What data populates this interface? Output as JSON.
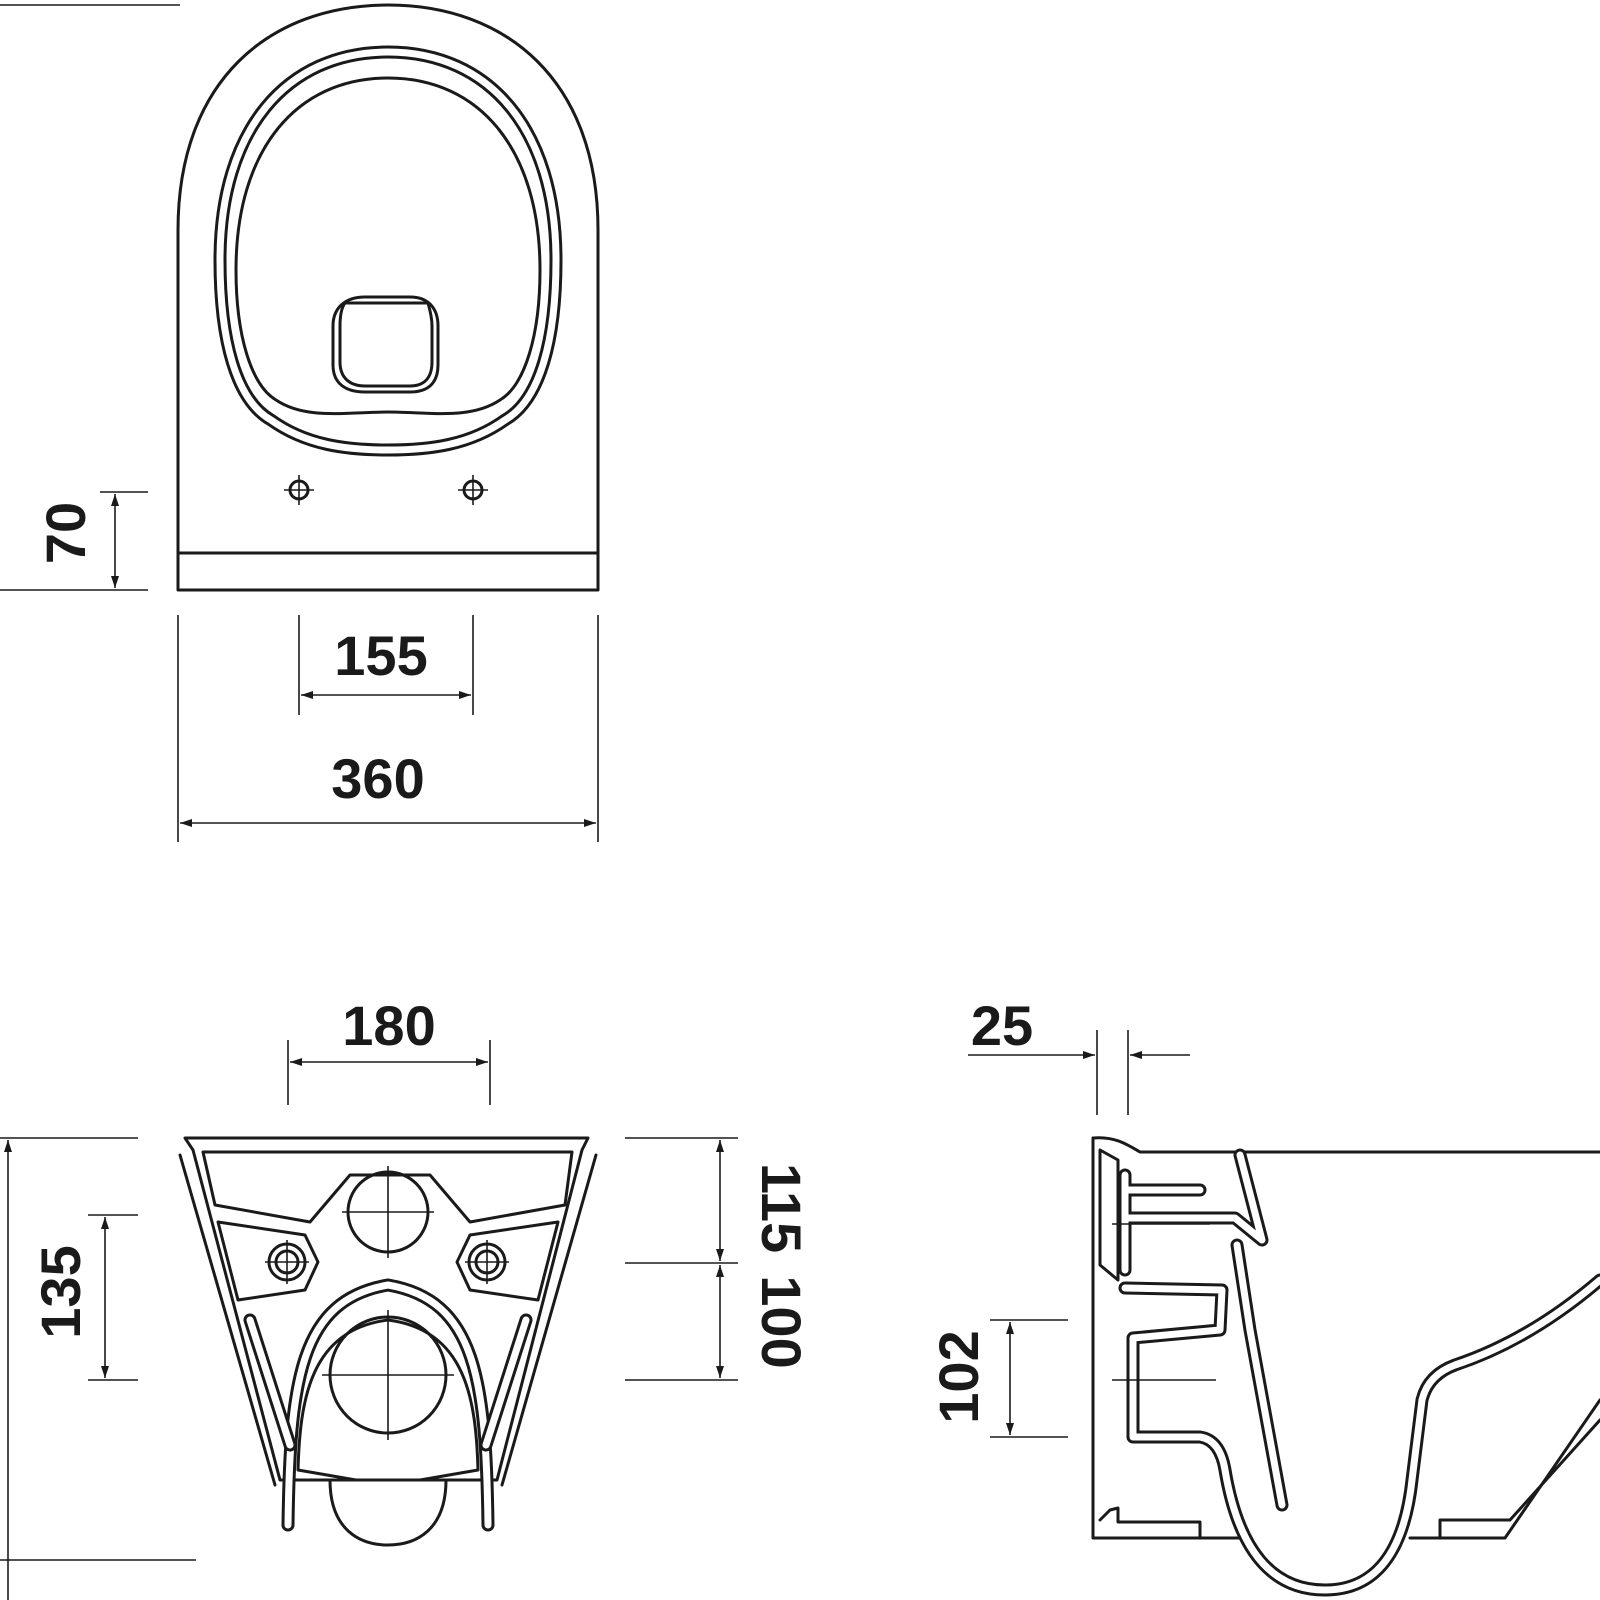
{
  "top_view": {
    "dim_depth_front": "70",
    "dim_fixing_spacing": "155",
    "dim_width": "360"
  },
  "front_view": {
    "dim_outlet_spacing": "180",
    "dim_height": "135",
    "dim_inlet_height": "115",
    "dim_outlet_height": "100"
  },
  "side_view": {
    "dim_wall_gap": "25",
    "dim_outlet_height": "102"
  },
  "colors": {
    "line": "#1a1a1a",
    "background": "#ffffff"
  }
}
